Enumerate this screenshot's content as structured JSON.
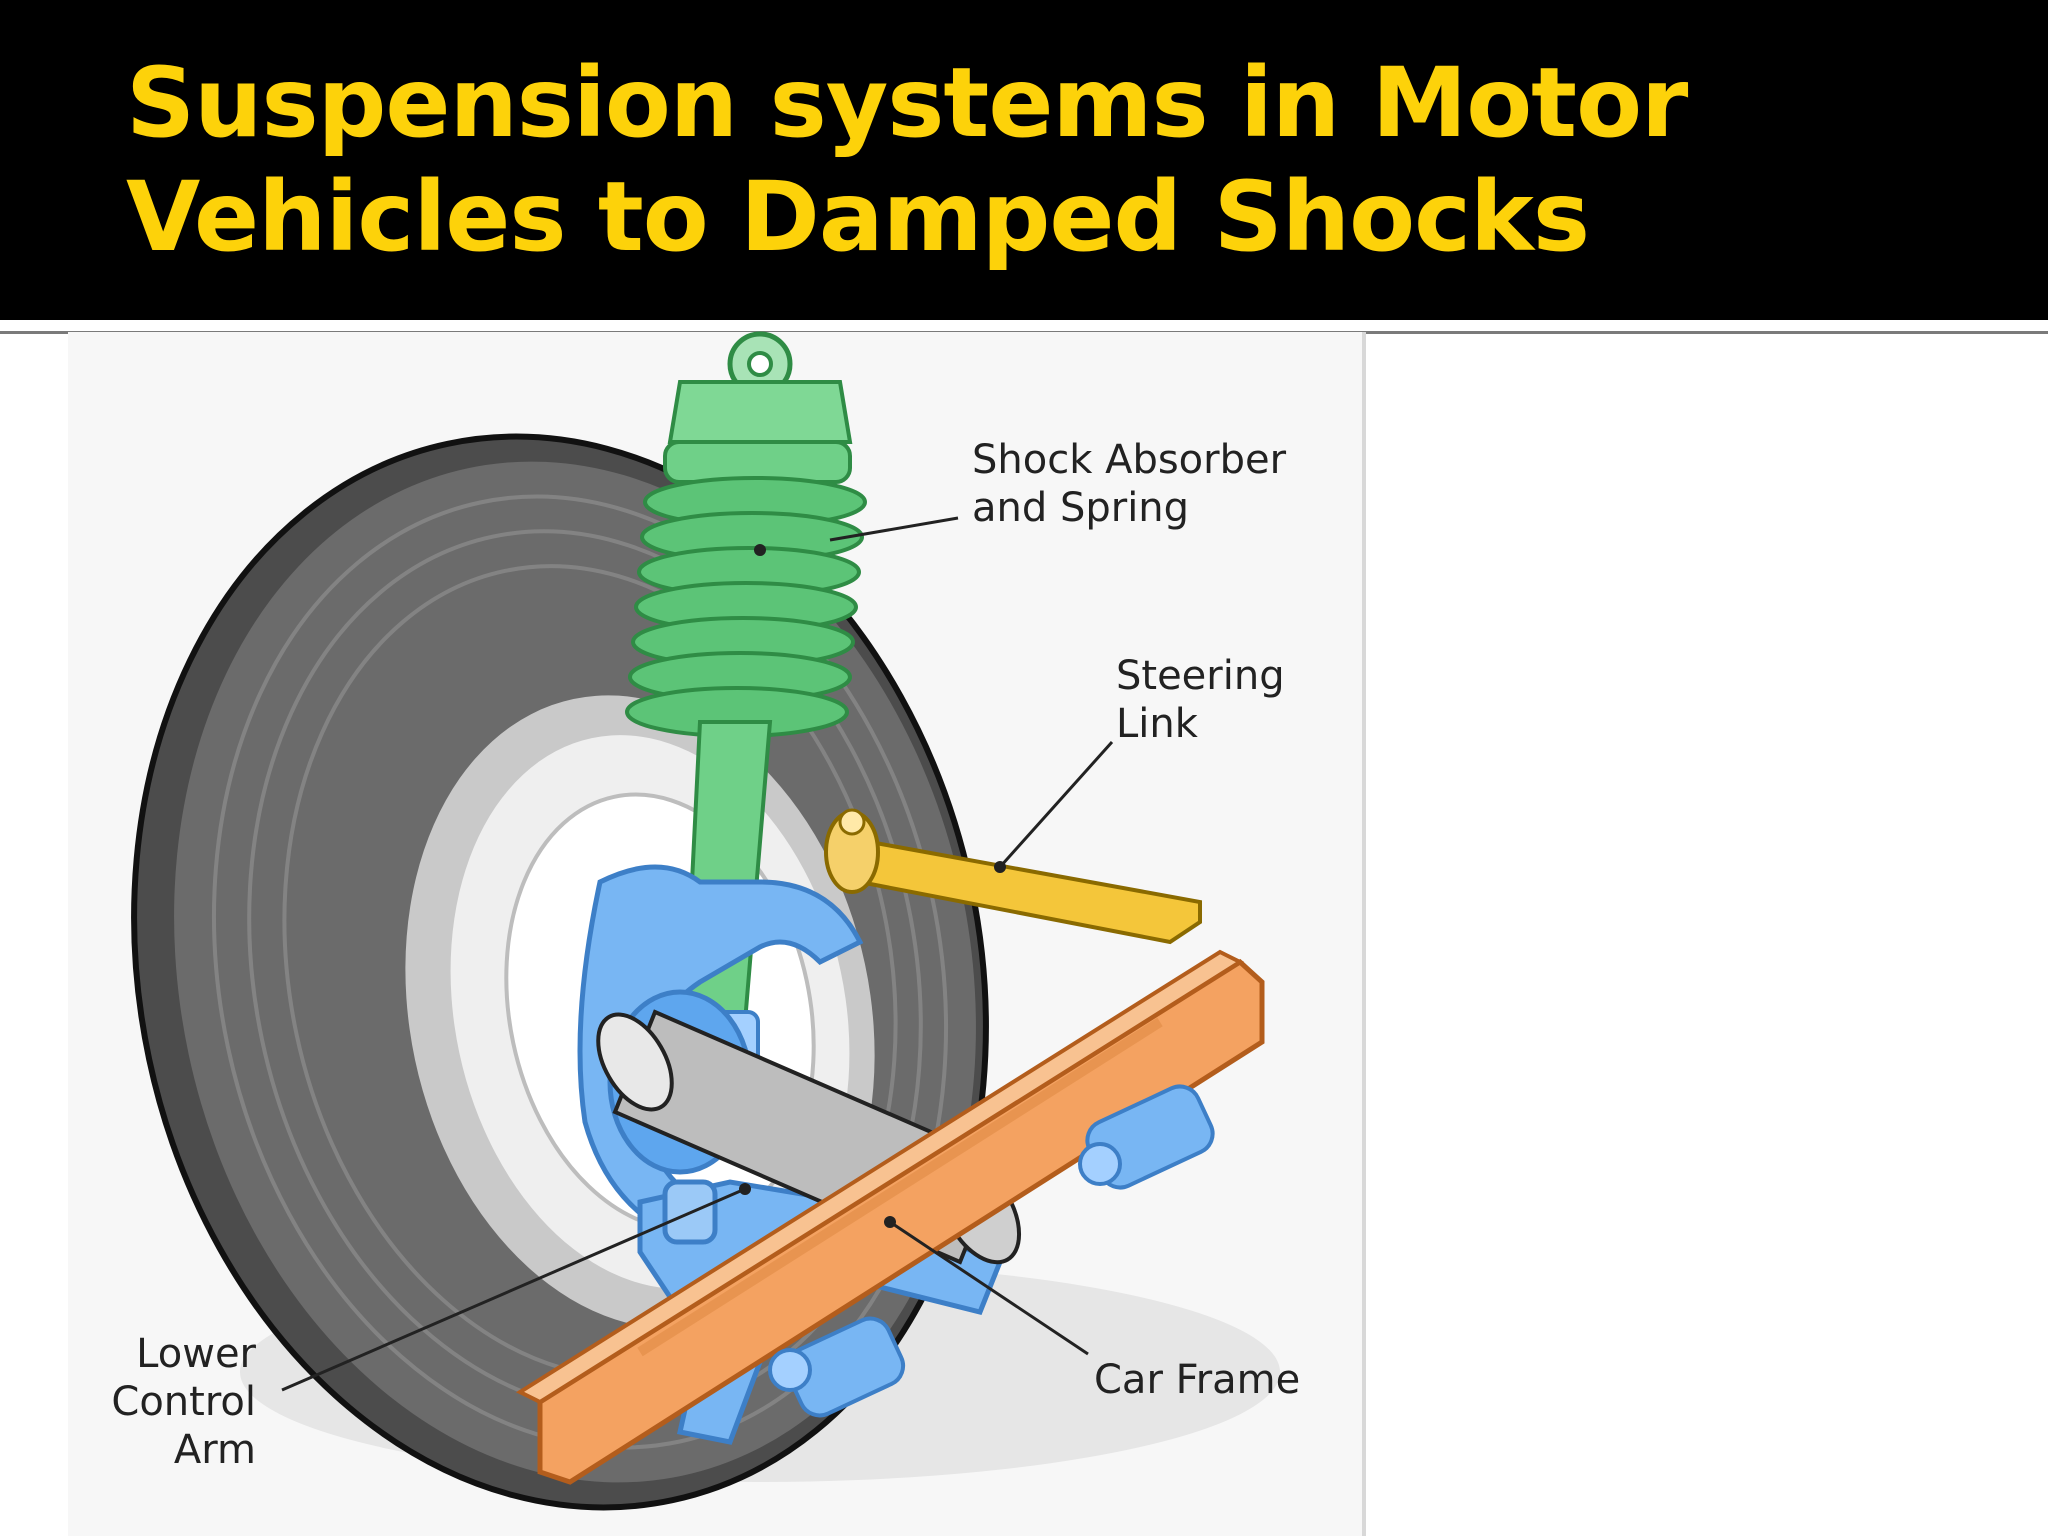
{
  "slide": {
    "title": "Suspension systems in Motor Vehicles to Damped Shocks"
  },
  "diagram": {
    "labels": {
      "shock_absorber": "Shock Absorber\nand Spring",
      "steering_link": "Steering\nLink",
      "lower_control_arm": "Lower\nControl\nArm",
      "car_frame": "Car Frame"
    },
    "colors": {
      "title_text": "#fdd20a",
      "title_bar": "#000000",
      "tire": "#5f5f5f",
      "shock": "#5fcf7a",
      "arm": "#6aaef0",
      "steering": "#f2c230",
      "frame": "#f29a55"
    }
  }
}
